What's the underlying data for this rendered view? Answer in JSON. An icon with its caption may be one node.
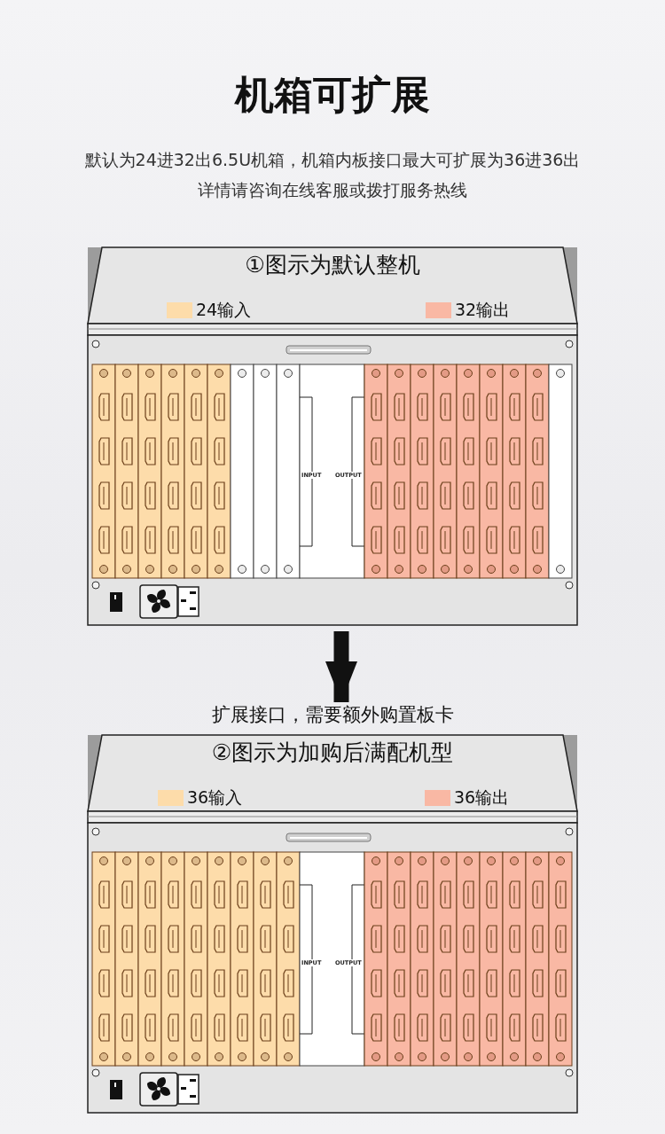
{
  "diagram": {
    "title": "机箱可扩展",
    "nodes": [
      {
        "text": [
          "①图示为默认整机"
        ]
      },
      {
        "text": [
          "②图示为加购后满配机型"
        ]
      }
    ],
    "edges": [
      {
        "from": 0,
        "to": 1,
        "arrow": "to",
        "label": "扩展接口，需要额外购置板卡"
      }
    ],
    "labels": [
      "默认为24进32出6.5U机箱，机箱内板接口最大可扩展为36进36出",
      "详情请咨询在线客服或拨打服务热线",
      "INPUT",
      "OUTPUT",
      "INPUT",
      "OUTPUT"
    ],
    "legend": [
      {
        "text": "24输入",
        "color": "#fddcaa"
      },
      {
        "text": "32输出",
        "color": "#f9b8a4"
      },
      {
        "text": "36输入",
        "color": "#fddcaa"
      },
      {
        "text": "36输出",
        "color": "#f9b8a4"
      }
    ]
  }
}
